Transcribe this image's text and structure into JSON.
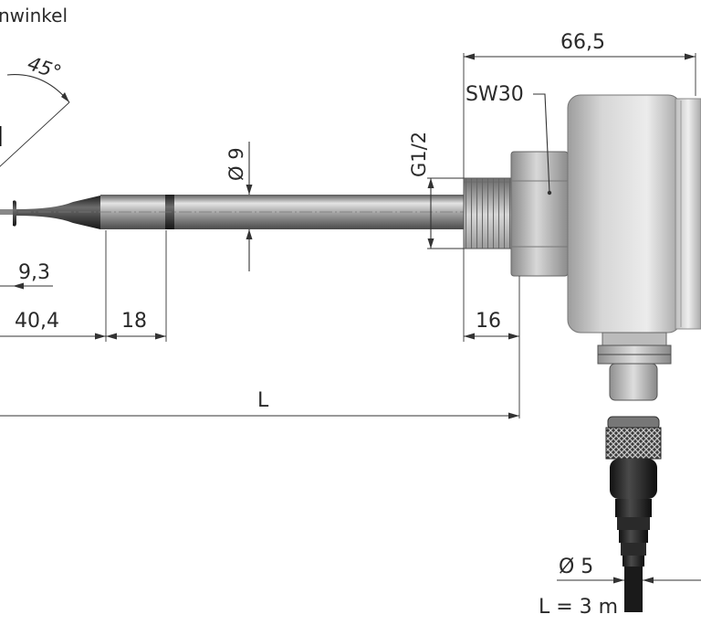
{
  "caption_fragment": "nwinkel",
  "angle_label": "45°",
  "dimensions": {
    "overall_width": "66,5",
    "wrench_size": "SW30",
    "thread": "G1/2",
    "probe_diameter": "Ø 9",
    "tip_offset": "9,3",
    "tip_length": "40,4",
    "band_width": "18",
    "thread_length": "16",
    "insertion_length": "L",
    "cable_diameter": "Ø 5",
    "cable_length": "L = 3 m"
  }
}
